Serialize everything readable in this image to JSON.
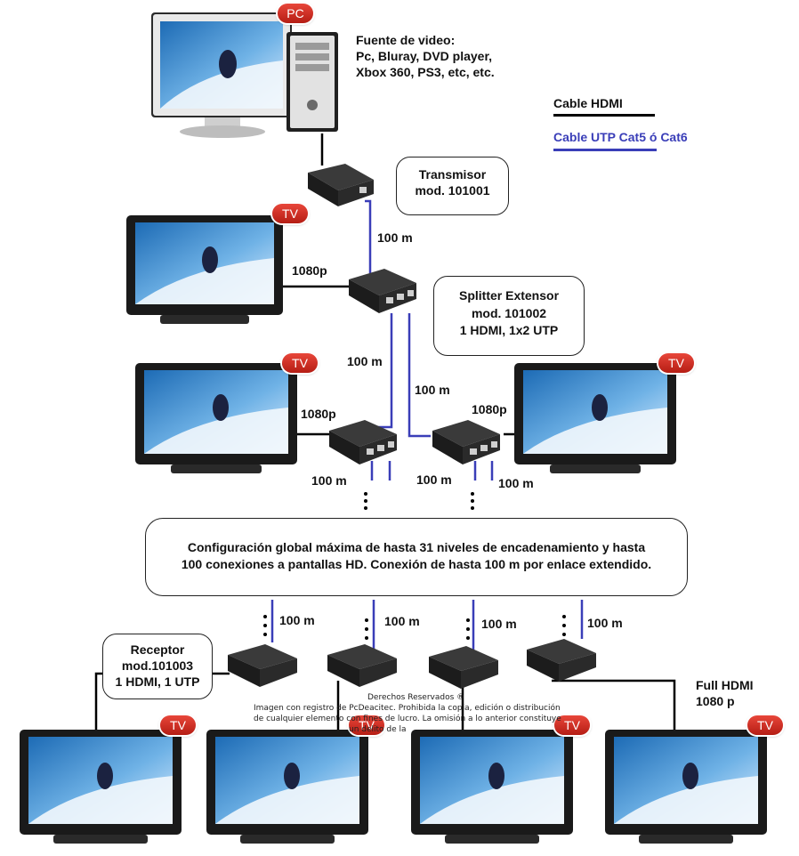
{
  "source": {
    "badge": "PC",
    "title": "Fuente de video:",
    "line2": "Pc, Bluray, DVD player,",
    "line3": "Xbox 360, PS3, etc, etc."
  },
  "legend": {
    "hdmi_label": "Cable HDMI",
    "utp_label": "Cable UTP Cat5 ó Cat6",
    "hdmi_color": "#000000",
    "utp_color": "#3a3eb8"
  },
  "transmitter": {
    "line1": "Transmisor",
    "line2": "mod. 101001"
  },
  "splitter": {
    "line1": "Splitter Extensor",
    "line2": "mod. 101002",
    "line3": "1 HDMI, 1x2 UTP"
  },
  "receiver": {
    "line1": "Receptor",
    "line2": "mod.101003",
    "line3": "1 HDMI, 1 UTP"
  },
  "full_hdmi": {
    "line1": "Full HDMI",
    "line2": "1080 p"
  },
  "tv_badge": "TV",
  "resolution_label": "1080p",
  "distance_label": "100 m",
  "config_note": {
    "line1": "Configuración global máxima de hasta 31 niveles de encadenamiento y hasta",
    "line2": "100 conexiones a pantallas HD. Conexión de hasta 100 m por enlace extendido."
  },
  "copyright": {
    "line1": "Derechos Reservados ®",
    "line2": "Imagen con registro de PcDeacitec. Prohibida la copia, edición o distribución",
    "line3": "de cualquier elemento con fines de lucro. La omisión a lo anterior constituye",
    "line4": "un delito de la"
  },
  "icons": [
    "monitor-icon",
    "computer-tower-icon",
    "television-icon",
    "hdmi-extender-icon"
  ]
}
